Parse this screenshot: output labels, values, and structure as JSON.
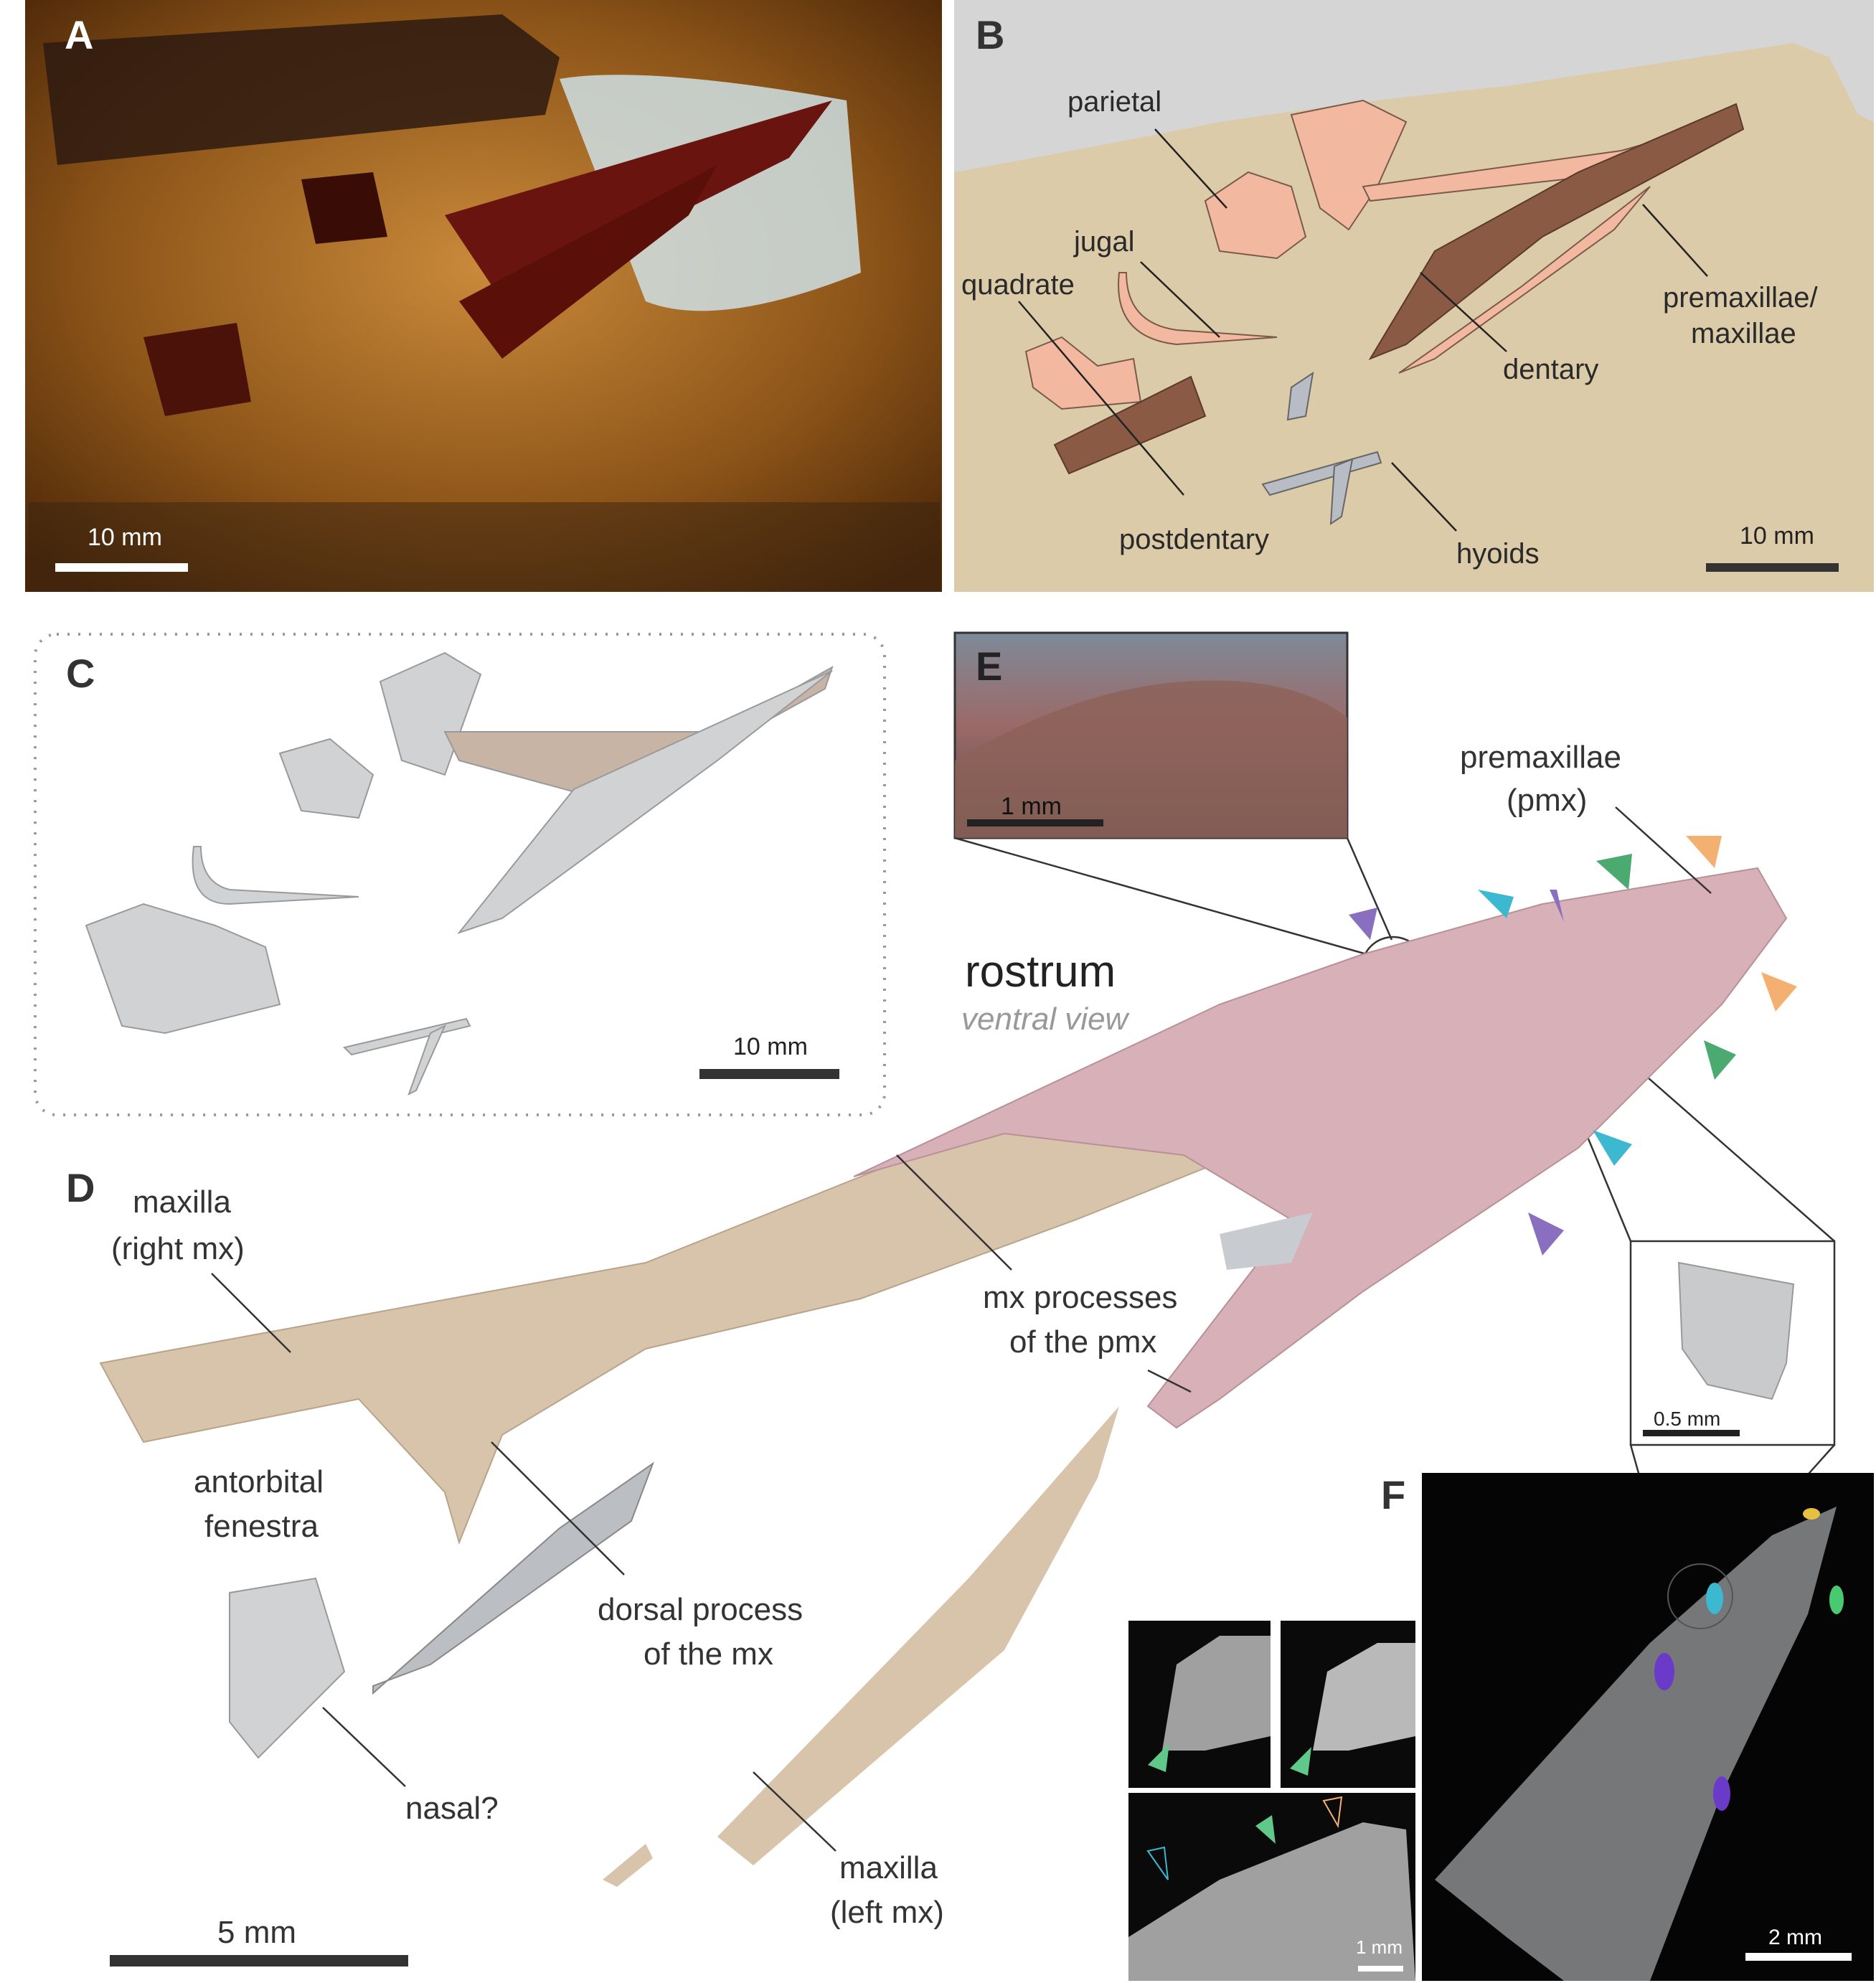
{
  "panels": {
    "a": "A",
    "b": "B",
    "c": "C",
    "d": "D",
    "e": "E",
    "f": "F"
  },
  "panel_a": {
    "scale": "10 mm"
  },
  "panel_b": {
    "labels": {
      "parietal": "parietal",
      "jugal": "jugal",
      "quadrate": "quadrate",
      "premaxillae": "premaxillae/",
      "maxillae": "maxillae",
      "dentary": "dentary",
      "postdentary": "postdentary",
      "hyoids": "hyoids"
    },
    "scale": "10 mm"
  },
  "panel_c": {
    "scale": "10 mm"
  },
  "panel_d": {
    "title": "rostrum",
    "subtitle": "ventral view",
    "labels": {
      "premaxillae_1": "premaxillae",
      "premaxillae_2": "(pmx)",
      "maxilla_right_1": "maxilla",
      "maxilla_right_2": "(right mx)",
      "mx_processes_1": "mx processes",
      "mx_processes_2": "of the pmx",
      "antorbital_1": "antorbital",
      "antorbital_2": "fenestra",
      "dorsal_1": "dorsal process",
      "dorsal_2": "of the mx",
      "nasal": "nasal?",
      "maxilla_left_1": "maxilla",
      "maxilla_left_2": "(left mx)"
    },
    "scale": "5 mm",
    "inset_scale": "0.5 mm"
  },
  "panel_e": {
    "scale": "1 mm"
  },
  "panel_f": {
    "scale_small": "1 mm",
    "scale_main": "2 mm"
  },
  "colors": {
    "pmx": "#d8b0b8",
    "mx": "#d8c3ab",
    "bone_b": "#f2b9a0",
    "dentary_b": "#8a5a44",
    "matrix_b": "#dccba8",
    "sky_b": "#d5d5d5",
    "purple": "#8a6fc0",
    "cyan": "#3cb8d0",
    "green": "#4aaa70",
    "orange": "#f4b070"
  }
}
